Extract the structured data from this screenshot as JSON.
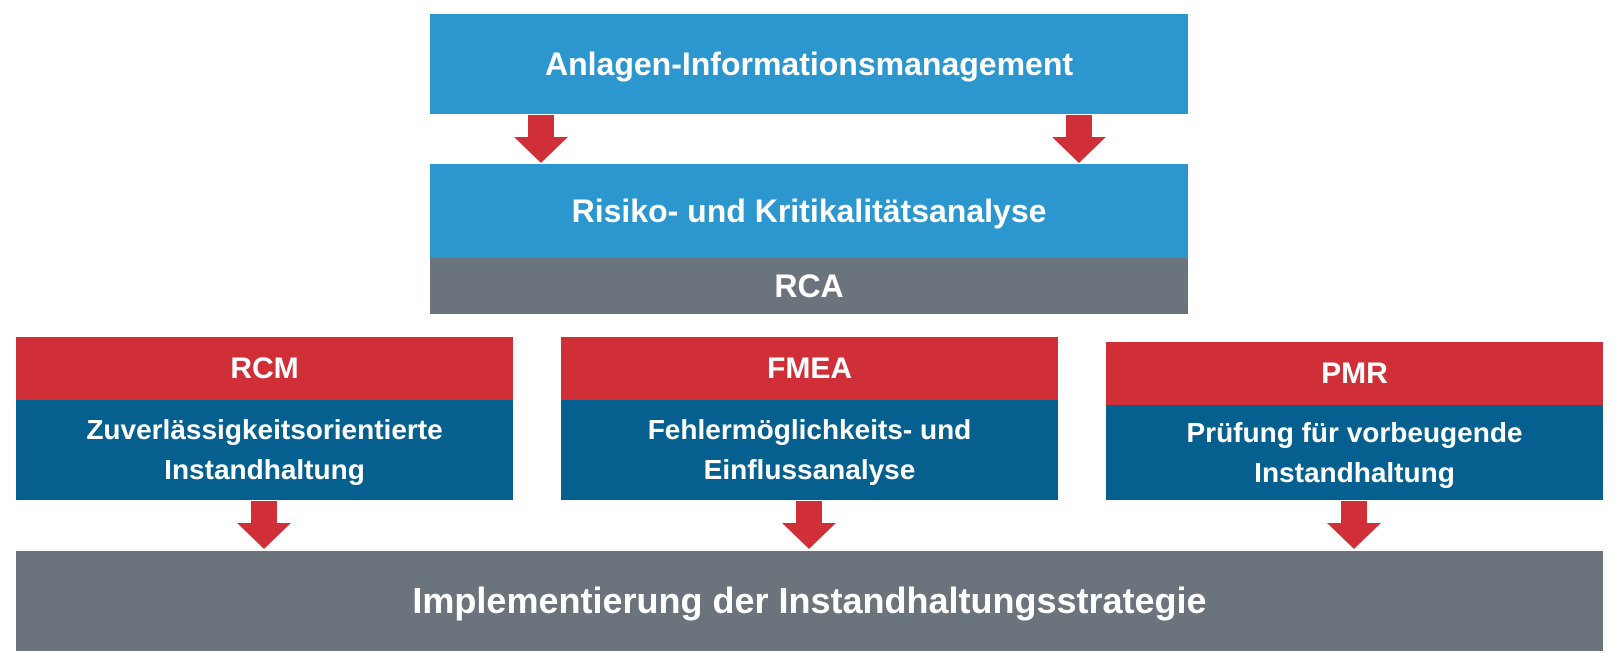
{
  "top": {
    "asset_info": "Anlagen-Informationsmanagement",
    "risk": "Risiko- und Kritikalitätsanalyse",
    "rca": "RCA"
  },
  "methods": [
    {
      "abbr": "RCM",
      "line1": "Zuverlässigkeitsorientierte",
      "line2": "Instandhaltung"
    },
    {
      "abbr": "FMEA",
      "line1": "Fehlermöglichkeits- und",
      "line2": "Einflussanalyse"
    },
    {
      "abbr": "PMR",
      "line1": "Prüfung für vorbeugende",
      "line2": "Instandhaltung"
    }
  ],
  "bottom": {
    "implementation": "Implementierung der Instandhaltungsstrategie"
  },
  "colors": {
    "light_blue": "#2c97cf",
    "grey": "#6b747d",
    "red": "#d12f37",
    "dark_blue": "#05608f",
    "arrow_red": "#d12f37"
  }
}
